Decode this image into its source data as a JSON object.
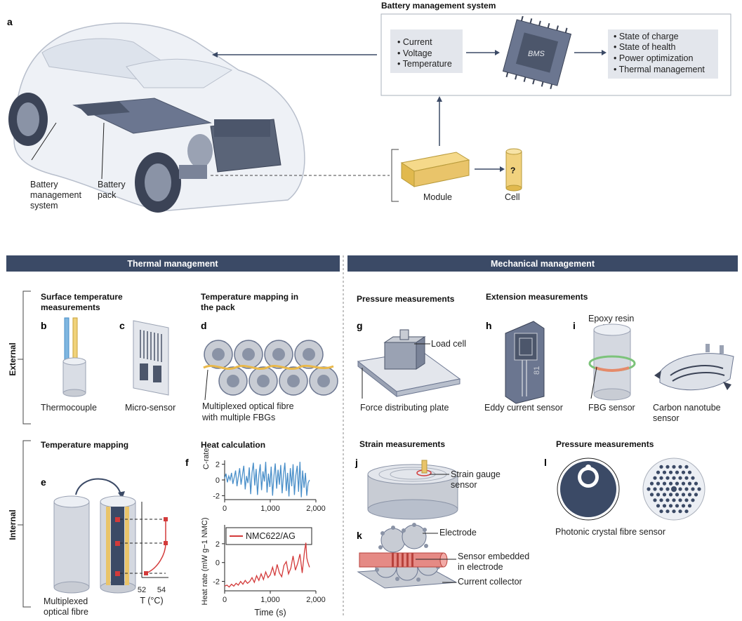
{
  "bms": {
    "title": "Battery management system",
    "inputs": [
      "Current",
      "Voltage",
      "Temperature"
    ],
    "chip": "BMS",
    "outputs": [
      "State of charge",
      "State of health",
      "Power optimization",
      "Thermal management"
    ]
  },
  "panel_a": {
    "letter": "a",
    "label_bms": [
      "Battery",
      "management",
      "system"
    ],
    "label_pack": [
      "Battery",
      "pack"
    ],
    "module": "Module",
    "cell": "Cell",
    "cell_mark": "?"
  },
  "sections": {
    "thermal": "Thermal management",
    "mechanical": "Mechanical management"
  },
  "side_labels": {
    "external": "External",
    "internal": "Internal"
  },
  "thermal_external": {
    "surface_title": [
      "Surface temperature",
      "measurements"
    ],
    "mapping_pack_title": [
      "Temperature mapping in",
      "the pack"
    ],
    "b": {
      "letter": "b",
      "label": "Thermocouple"
    },
    "c": {
      "letter": "c",
      "label": "Micro-sensor"
    },
    "d": {
      "letter": "d",
      "label": [
        "Multiplexed optical fibre",
        "with multiple FBGs"
      ]
    }
  },
  "thermal_internal": {
    "mapping_title": "Temperature mapping",
    "heat_title": "Heat calculation",
    "e": {
      "letter": "e",
      "label": [
        "Multiplexed",
        "optical fibre"
      ],
      "axis_ticks": [
        "52",
        "54"
      ],
      "axis_label": "T (°C)"
    },
    "f": {
      "letter": "f"
    }
  },
  "mechanical": {
    "pressure_title": "Pressure measurements",
    "extension_title": "Extension measurements",
    "strain_title": "Strain measurements",
    "pressure_title_2": "Pressure measurements",
    "g": {
      "letter": "g",
      "load_cell": "Load cell",
      "plate": "Force distributing plate"
    },
    "h": {
      "letter": "h",
      "label": "Eddy current sensor",
      "chip_text": "81"
    },
    "i": {
      "letter": "i",
      "epoxy": "Epoxy resin",
      "fbg": "FBG sensor",
      "cnt": [
        "Carbon nanotube",
        "sensor"
      ]
    },
    "j": {
      "letter": "j",
      "label": [
        "Strain gauge",
        "sensor"
      ]
    },
    "k": {
      "letter": "k",
      "electrode": "Electrode",
      "embedded": [
        "Sensor embedded",
        "in electrode"
      ],
      "collector": "Current collector"
    },
    "l": {
      "letter": "l",
      "label": "Photonic crystal fibre sensor"
    }
  },
  "colors": {
    "navy": "#3b4a66",
    "blue": "#4a8fc9",
    "red": "#d33a3a",
    "gold": "#e9c46a",
    "grey": "#c8ccd4"
  },
  "chart_data": [
    {
      "type": "line",
      "ylabel": "C-rate",
      "xlim": [
        0,
        2000
      ],
      "ylim": [
        -2.5,
        2.5
      ],
      "xticks": [
        "0",
        "1,000",
        "2,000"
      ],
      "yticks": [
        "2",
        "0",
        "-2"
      ],
      "series": [
        {
          "color": "#4a8fc9",
          "x": [
            0,
            30,
            60,
            90,
            120,
            150,
            180,
            210,
            240,
            270,
            300,
            330,
            360,
            390,
            420,
            450,
            480,
            510,
            540,
            570,
            600,
            630,
            660,
            690,
            720,
            750,
            780,
            810,
            840,
            870,
            900,
            930,
            960,
            990,
            1020,
            1050,
            1080,
            1110,
            1140,
            1170,
            1200,
            1230,
            1260,
            1290,
            1320,
            1350,
            1380,
            1410,
            1440,
            1470,
            1500,
            1530,
            1560,
            1590,
            1620,
            1650,
            1680,
            1710,
            1740,
            1770,
            1800,
            1830,
            1860
          ],
          "y": [
            0.2,
            0.8,
            -0.3,
            0.5,
            0,
            0.9,
            -0.5,
            0.3,
            1.2,
            -0.8,
            0.4,
            1.5,
            -0.6,
            0.7,
            1.8,
            -1.2,
            0.5,
            -0.4,
            1.6,
            -1.8,
            0.9,
            2.2,
            -0.7,
            1.4,
            -1.9,
            0.6,
            2.0,
            -1.3,
            1.1,
            -0.2,
            2.3,
            -1.6,
            0.8,
            -0.9,
            1.7,
            -2.0,
            0.5,
            2.1,
            -1.1,
            1.3,
            -0.6,
            1.9,
            -1.7,
            0.7,
            2.2,
            -1.4,
            0.9,
            -2.1,
            1.5,
            -0.8,
            2.0,
            -1.9,
            0.6,
            1.8,
            -1.5,
            2.3,
            -2.2,
            1.2,
            -1.0,
            0.9,
            -2.0,
            -0.4,
            0
          ]
        }
      ]
    },
    {
      "type": "line",
      "ylabel": "Heat rate (mW g−1 NMC)",
      "xlabel": "Time (s)",
      "xlim": [
        0,
        2000
      ],
      "ylim": [
        -3,
        4
      ],
      "xticks": [
        "0",
        "1,000",
        "2,000"
      ],
      "yticks": [
        "2",
        "0",
        "-2"
      ],
      "series": [
        {
          "name": "NMC622/AG",
          "color": "#d33a3a",
          "x": [
            0,
            50,
            100,
            150,
            200,
            250,
            300,
            350,
            400,
            450,
            500,
            550,
            600,
            650,
            700,
            750,
            800,
            850,
            900,
            950,
            1000,
            1050,
            1100,
            1150,
            1200,
            1250,
            1300,
            1350,
            1400,
            1450,
            1500,
            1550,
            1600,
            1650,
            1700,
            1750,
            1780,
            1800,
            1820,
            1840,
            1860
          ],
          "y": [
            -2.5,
            -2.4,
            -2.6,
            -2.3,
            -2.5,
            -2.2,
            -2.4,
            -2.0,
            -2.3,
            -1.9,
            -2.2,
            -2.0,
            -1.6,
            -2.1,
            -1.4,
            -1.9,
            -1.2,
            -1.8,
            -1.0,
            -1.6,
            -1.3,
            -0.5,
            -1.4,
            -0.2,
            -1.1,
            -1.5,
            -0.3,
            0.1,
            -1.2,
            -0.6,
            0.7,
            -0.8,
            -0.1,
            0.9,
            -1.1,
            1.2,
            2.1,
            0.5,
            0.1,
            -0.2,
            -0.5
          ]
        }
      ]
    }
  ]
}
